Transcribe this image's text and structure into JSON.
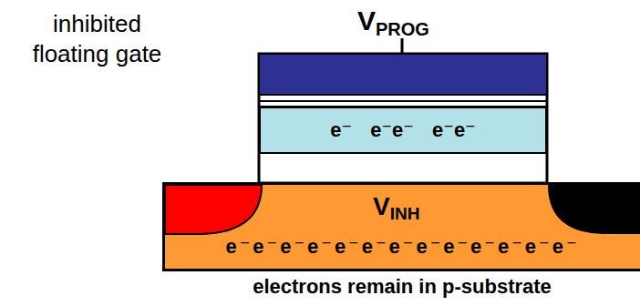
{
  "diagram": {
    "caption": "electrons remain in p-substrate",
    "nodes": [
      {
        "text": [
          "e⁻ e⁻e⁻ e⁻e⁻"
        ]
      },
      {
        "text": [
          "V",
          "INH",
          "e⁻e⁻e⁻e⁻e⁻e⁻e⁻e⁻e⁻e⁻e⁻e⁻e⁻"
        ]
      }
    ],
    "labels": [
      "inhibited floating gate",
      "V",
      "PROG"
    ]
  }
}
